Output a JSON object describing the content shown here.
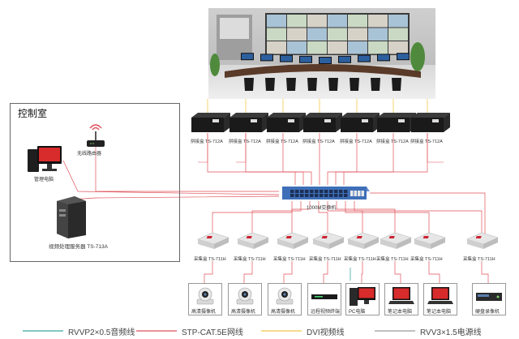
{
  "control_room": {
    "title": "控制室",
    "pc_label": "管理电脑",
    "router_label": "无线路由器",
    "server_label": "视频处理服务器 TS-713A"
  },
  "switch_label": "1000M交换机",
  "stitchers": [
    {
      "label": "拼接盒 TS-712A"
    },
    {
      "label": "拼接盒 TS-712A"
    },
    {
      "label": "拼接盒 TS-712A"
    },
    {
      "label": "拼接盒 TS-712A"
    },
    {
      "label": "拼接盒 TS-712A"
    },
    {
      "label": "拼接盒 TS-712A"
    },
    {
      "label": "拼接盒 TS-712A"
    }
  ],
  "collectors": [
    {
      "label": "采集盒 TS-711H"
    },
    {
      "label": "采集盒 TS-711H"
    },
    {
      "label": "采集盒 TS-711H"
    },
    {
      "label": "采集盒 TS-711H"
    },
    {
      "label": "采集盒 TS-711H"
    },
    {
      "label": "采集盒 TS-711H"
    },
    {
      "label": "采集盒 TS-711H"
    },
    {
      "label": "采集盒 TS-711H"
    }
  ],
  "sources": [
    {
      "label": "高清摄像机",
      "icon": "camera"
    },
    {
      "label": "高清摄像机",
      "icon": "camera"
    },
    {
      "label": "高清摄像机",
      "icon": "camera"
    },
    {
      "label": "远程视频终端",
      "icon": "terminal"
    },
    {
      "label": "PC电脑",
      "icon": "pc"
    },
    {
      "label": "笔记本电脑",
      "icon": "laptop"
    },
    {
      "label": "笔记本电脑",
      "icon": "laptop"
    },
    {
      "label": "硬盘录像机",
      "icon": "dvr"
    }
  ],
  "legend": [
    {
      "label": "RVVP2×0.5音频线",
      "color": "#3aa6a0"
    },
    {
      "label": "STP-CAT.5E网线",
      "color": "#e0505a"
    },
    {
      "label": "DVI视频线",
      "color": "#f2c84b"
    },
    {
      "label": "RVV3×1.5电源线",
      "color": "#9a9a9a"
    }
  ],
  "colors": {
    "network": "#e0505a",
    "dvi": "#f2c84b",
    "audio": "#3aa6a0",
    "power": "#9a9a9a",
    "switch": "#3e6fb8"
  }
}
